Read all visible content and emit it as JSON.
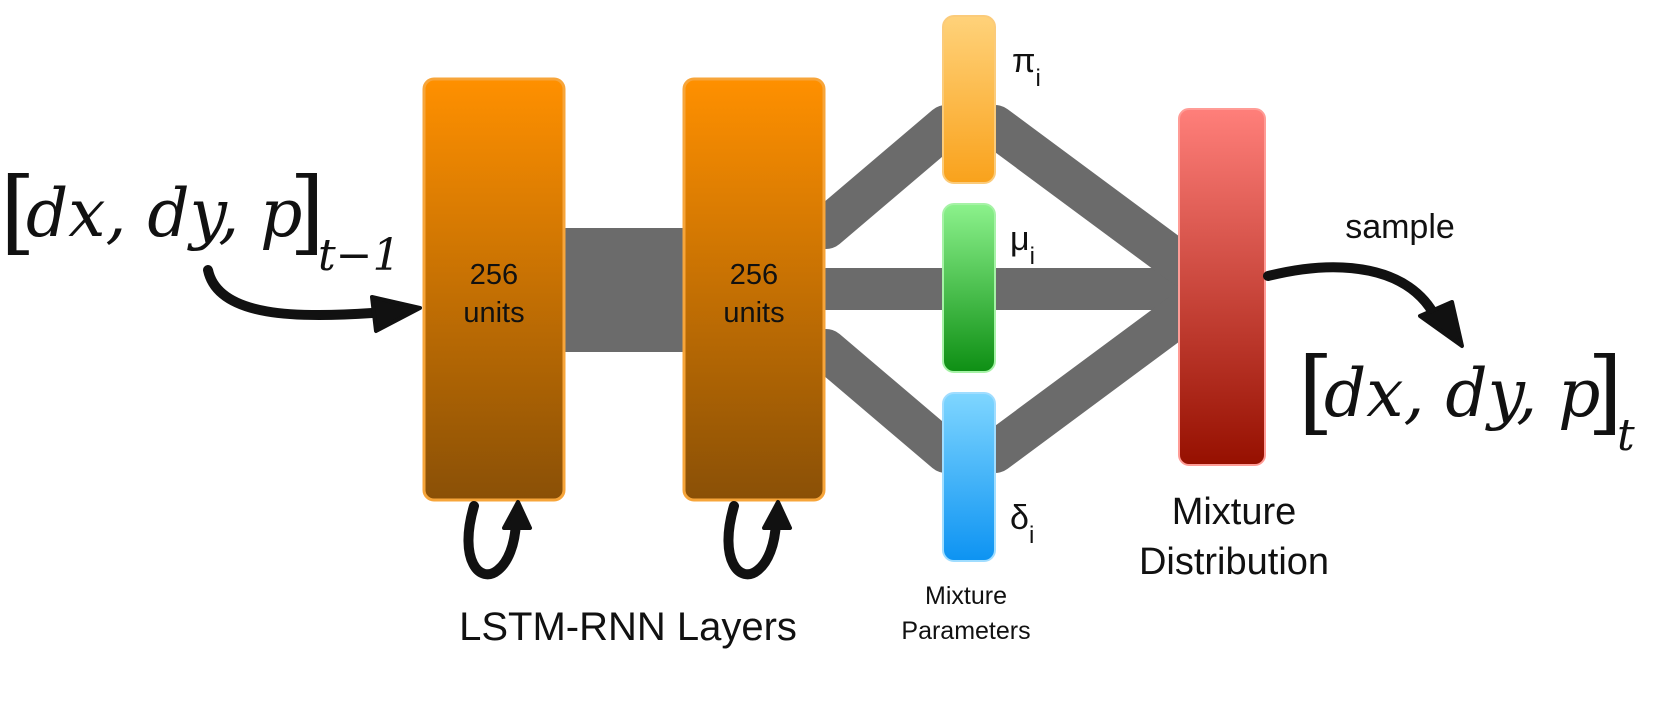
{
  "input": {
    "vars": "dx, dy, p",
    "subscript": "t−1"
  },
  "output": {
    "vars": "dx, dy, p",
    "subscript": "t"
  },
  "lstm_layers": [
    {
      "count": "256",
      "units": "units"
    },
    {
      "count": "256",
      "units": "units"
    }
  ],
  "lstm_caption": "LSTM-RNN Layers",
  "mixture_params": [
    {
      "symbol": "π",
      "sub": "i",
      "color_top": "#FFD27A",
      "color_bottom": "#F9A21C"
    },
    {
      "symbol": "μ",
      "sub": "i",
      "color_top": "#8CF28C",
      "color_bottom": "#0E8F14"
    },
    {
      "symbol": "δ",
      "sub": "i",
      "color_top": "#7FD6FF",
      "color_bottom": "#0D93F2"
    }
  ],
  "mixture_params_caption": [
    "Mixture",
    "Parameters"
  ],
  "mixture_distribution": {
    "label": [
      "Mixture",
      "Distribution"
    ],
    "color_top": "#FF7F7A",
    "color_bottom": "#961000"
  },
  "sample_label": "sample",
  "colors": {
    "lstm_top": "#FF9000",
    "lstm_bottom": "#8A5006",
    "lstm_border": "#F7A53A",
    "connector": "#6B6B6B",
    "arrow": "#111111"
  }
}
